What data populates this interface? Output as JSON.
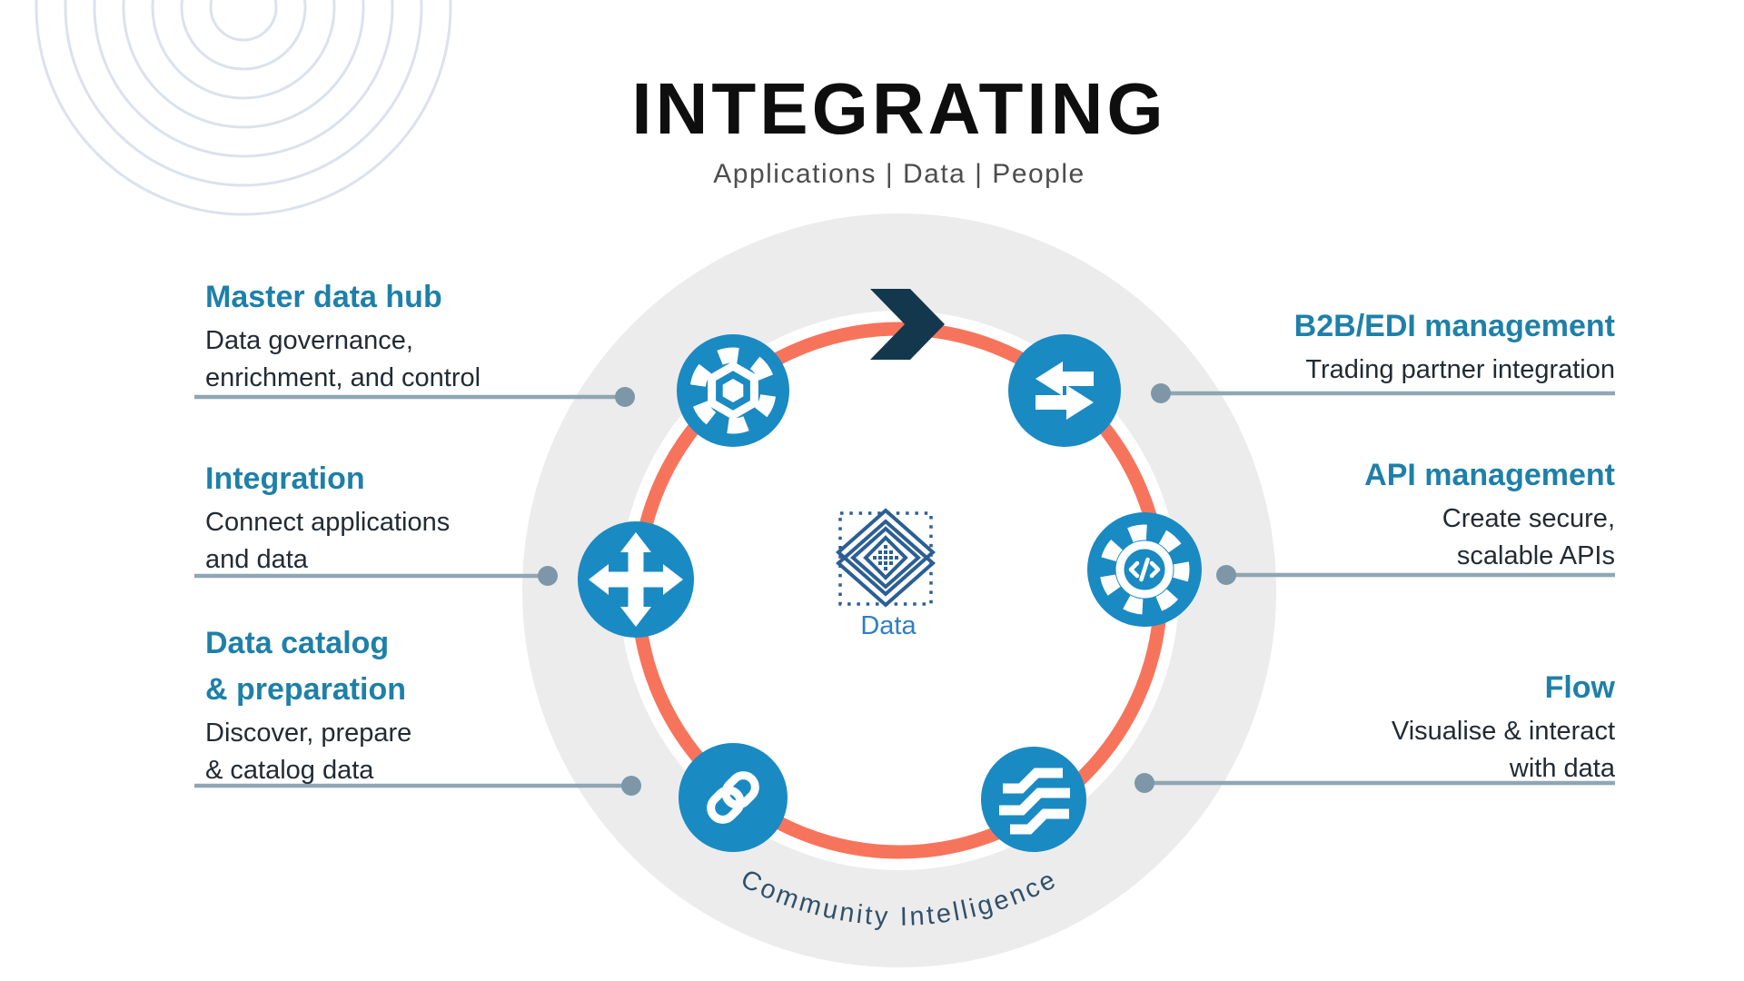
{
  "header": {
    "title": "INTEGRATING",
    "subtitle": "Applications | Data | People"
  },
  "center": {
    "label": "Data"
  },
  "ring_text": "Community Intelligence",
  "left_items": [
    {
      "title": "Master data hub",
      "body": "Data  governance,\nenrichment, and control"
    },
    {
      "title": "Integration",
      "body": "Connect applications\nand data"
    },
    {
      "title": "Data catalog\n& preparation",
      "body": "Discover, prepare\n& catalog data"
    }
  ],
  "right_items": [
    {
      "title": "B2B/EDI management",
      "body": "Trading partner integration"
    },
    {
      "title": "API management",
      "body": "Create secure,\nscalable APIs"
    },
    {
      "title": "Flow",
      "body": "Visualise & interact\nwith data"
    }
  ],
  "icons": {
    "master_data_hub": "cog-icon",
    "b2b_edi": "swap-arrows-icon",
    "integration": "move-arrows-icon",
    "api": "gear-code-icon",
    "data_catalog": "chain-link-icon",
    "flow": "waves-icon",
    "center": "layers-data-icon",
    "cycle": "chevron-right-icon"
  },
  "colors": {
    "accent_teal": "#1e80a9",
    "icon_blue": "#1a8ac3",
    "ring_orange": "#f7745c",
    "band_gray": "#ececec",
    "connector_line": "#8fa6b4",
    "connector_dot": "#7d97a8",
    "chevron_navy": "#13384e",
    "data_icon_navy": "#2b5f94",
    "data_label_blue": "#2e7ec6",
    "ring_text_slate": "#30506a",
    "body_text": "#222b33",
    "decor_ring": "#dbe2ee"
  }
}
